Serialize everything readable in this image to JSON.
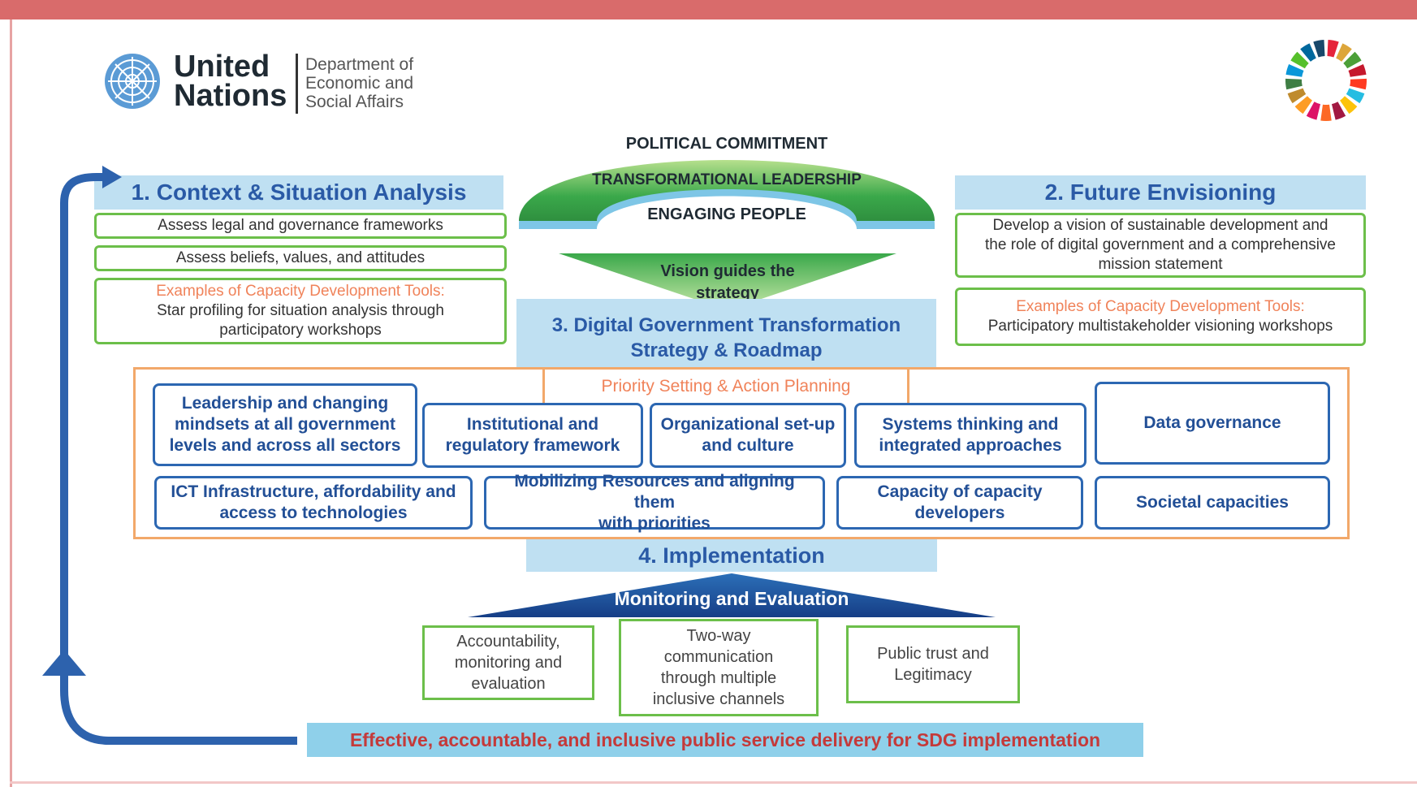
{
  "header": {
    "org_name_line1": "United",
    "org_name_line2": "Nations",
    "dept_line1": "Department of",
    "dept_line2": "Economic and",
    "dept_line3": "Social Affairs"
  },
  "arch": {
    "line1": "POLITICAL COMMITMENT",
    "line2": "TRANSFORMATIONAL LEADERSHIP",
    "line3": "ENGAGING PEOPLE"
  },
  "funnel": {
    "text_line1": "Vision guides the",
    "text_line2": "strategy"
  },
  "section1": {
    "title": "1. Context & Situation Analysis",
    "box1": "Assess legal and governance frameworks",
    "box2": "Assess beliefs, values, and attitudes",
    "tools_title": "Examples of Capacity Development Tools:",
    "tools_line1": "Star profiling  for situation analysis through",
    "tools_line2": "participatory workshops"
  },
  "section2": {
    "title": "2. Future Envisioning",
    "box_line1": "Develop a vision of sustainable development and",
    "box_line2": "the role of digital government and a comprehensive",
    "box_line3": "mission statement",
    "tools_title": "Examples of Capacity Development Tools:",
    "tools_text": "Participatory multistakeholder visioning workshops"
  },
  "section3": {
    "title_line1": "3. Digital Government Transformation",
    "title_line2": "Strategy & Roadmap",
    "priority": "Priority Setting & Action Planning",
    "pillars": {
      "leadership_l1": "Leadership and changing",
      "leadership_l2": "mindsets at all government",
      "leadership_l3": "levels and across all sectors",
      "institutional_l1": "Institutional and",
      "institutional_l2": "regulatory framework",
      "organizational_l1": "Organizational set-up",
      "organizational_l2": "and culture",
      "systems_l1": "Systems thinking and",
      "systems_l2": "integrated approaches",
      "data": "Data governance",
      "ict_l1": "ICT Infrastructure, affordability and",
      "ict_l2": "access to technologies",
      "mobilizing_l1": "Mobilizing Resources and aligning them",
      "mobilizing_l2": "with priorities",
      "capacity_l1": "Capacity of capacity",
      "capacity_l2": "developers",
      "societal": "Societal capacities"
    }
  },
  "section4": {
    "title": "4. Implementation",
    "monitoring": "Monitoring and Evaluation",
    "box1_l1": "Accountability,",
    "box1_l2": "monitoring and",
    "box1_l3": "evaluation",
    "box2_l1": "Two-way",
    "box2_l2": "communication",
    "box2_l3": "through multiple",
    "box2_l4": "inclusive channels",
    "box3_l1": "Public trust and",
    "box3_l2": "Legitimacy"
  },
  "result": "Effective, accountable, and inclusive public service delivery for SDG implementation",
  "colors": {
    "top_bar": "#d96b6b",
    "header_blue": "#bfe0f2",
    "title_blue": "#2a5aa6",
    "green_border": "#6cbf4a",
    "orange": "#f0835a",
    "navy": "#1d3f8f",
    "result_red": "#c43a3a"
  }
}
